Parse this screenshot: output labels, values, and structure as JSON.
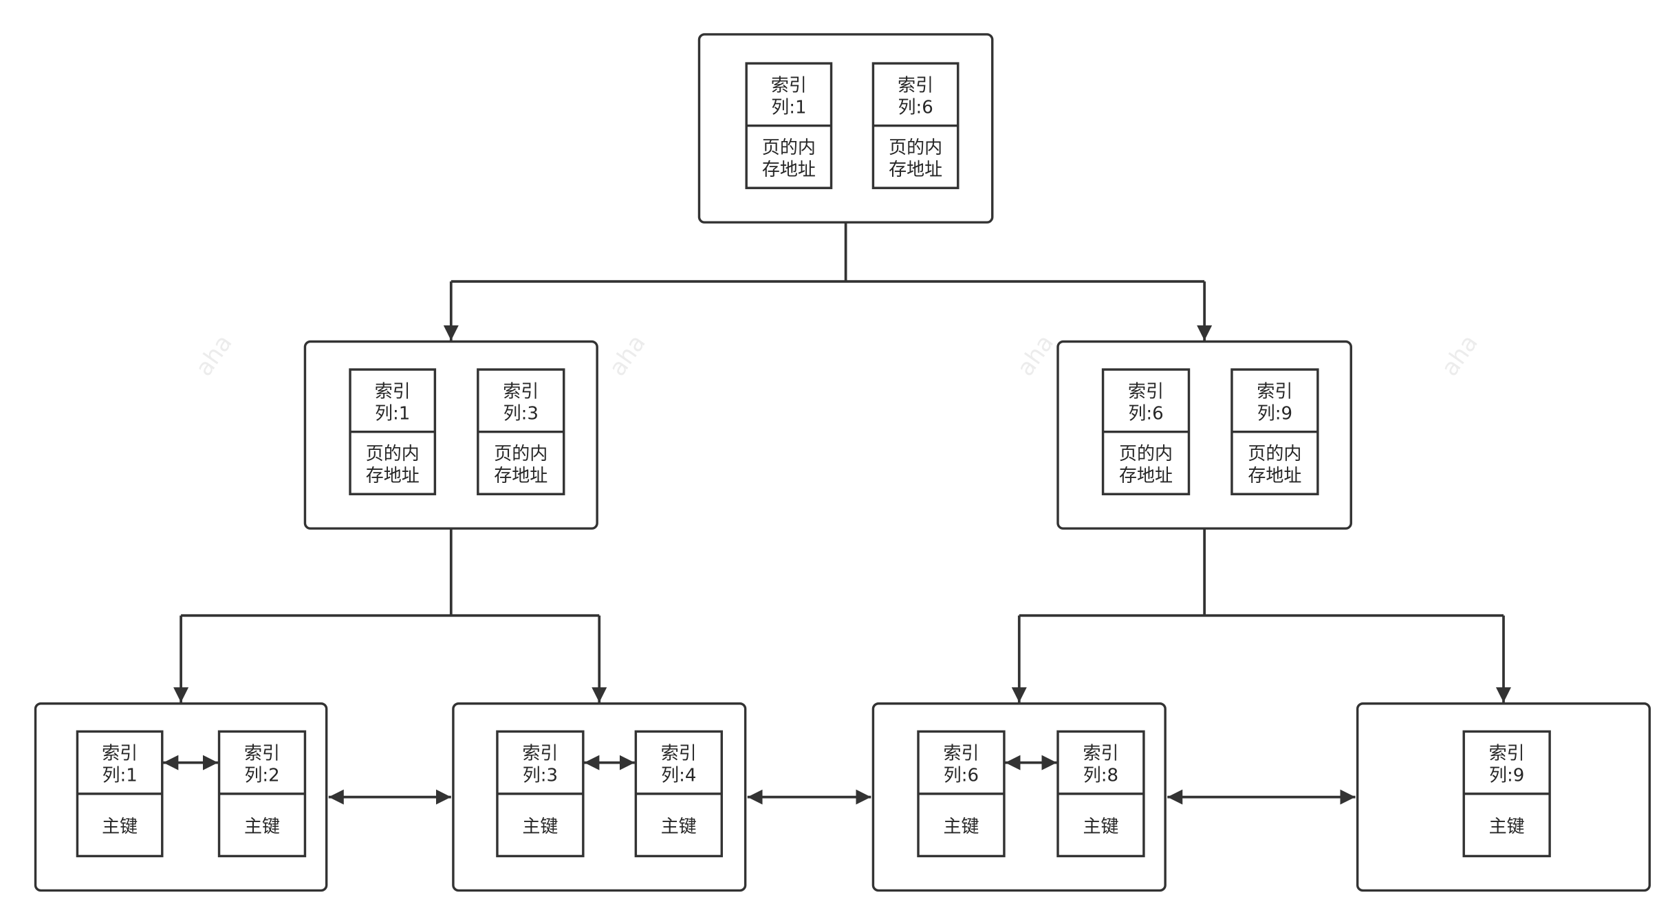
{
  "page_box_border_color": "#333333",
  "connector_color": "#333333",
  "watermark": "aha",
  "pages": [
    {
      "id": "root",
      "level": "root",
      "entries": [
        {
          "key_lines": [
            "索引",
            "列:1"
          ],
          "value_lines": [
            "页的内",
            "存地址"
          ]
        },
        {
          "key_lines": [
            "索引",
            "列:6"
          ],
          "value_lines": [
            "页的内",
            "存地址"
          ]
        }
      ]
    },
    {
      "id": "mid-left",
      "level": "internal",
      "entries": [
        {
          "key_lines": [
            "索引",
            "列:1"
          ],
          "value_lines": [
            "页的内",
            "存地址"
          ]
        },
        {
          "key_lines": [
            "索引",
            "列:3"
          ],
          "value_lines": [
            "页的内",
            "存地址"
          ]
        }
      ]
    },
    {
      "id": "mid-right",
      "level": "internal",
      "entries": [
        {
          "key_lines": [
            "索引",
            "列:6"
          ],
          "value_lines": [
            "页的内",
            "存地址"
          ]
        },
        {
          "key_lines": [
            "索引",
            "列:9"
          ],
          "value_lines": [
            "页的内",
            "存地址"
          ]
        }
      ]
    },
    {
      "id": "leaf-1",
      "level": "leaf",
      "entries": [
        {
          "key_lines": [
            "索引",
            "列:1"
          ],
          "value_lines": [
            "主键"
          ]
        },
        {
          "key_lines": [
            "索引",
            "列:2"
          ],
          "value_lines": [
            "主键"
          ]
        }
      ]
    },
    {
      "id": "leaf-2",
      "level": "leaf",
      "entries": [
        {
          "key_lines": [
            "索引",
            "列:3"
          ],
          "value_lines": [
            "主键"
          ]
        },
        {
          "key_lines": [
            "索引",
            "列:4"
          ],
          "value_lines": [
            "主键"
          ]
        }
      ]
    },
    {
      "id": "leaf-3",
      "level": "leaf",
      "entries": [
        {
          "key_lines": [
            "索引",
            "列:6"
          ],
          "value_lines": [
            "主键"
          ]
        },
        {
          "key_lines": [
            "索引",
            "列:8"
          ],
          "value_lines": [
            "主键"
          ]
        }
      ]
    },
    {
      "id": "leaf-4",
      "level": "leaf",
      "entries": [
        {
          "key_lines": [
            "索引",
            "列:9"
          ],
          "value_lines": [
            "主键"
          ]
        }
      ]
    }
  ],
  "edges": [
    {
      "from": "root",
      "to": "mid-left",
      "type": "parent-child"
    },
    {
      "from": "root",
      "to": "mid-right",
      "type": "parent-child"
    },
    {
      "from": "mid-left",
      "to": "leaf-1",
      "type": "parent-child"
    },
    {
      "from": "mid-left",
      "to": "leaf-2",
      "type": "parent-child"
    },
    {
      "from": "mid-right",
      "to": "leaf-3",
      "type": "parent-child"
    },
    {
      "from": "mid-right",
      "to": "leaf-4",
      "type": "parent-child"
    },
    {
      "from": "leaf-1",
      "to": "leaf-2",
      "type": "sibling-bidirectional"
    },
    {
      "from": "leaf-2",
      "to": "leaf-3",
      "type": "sibling-bidirectional"
    },
    {
      "from": "leaf-3",
      "to": "leaf-4",
      "type": "sibling-bidirectional"
    }
  ],
  "entry_links": [
    {
      "page": "leaf-1",
      "from_entry": 0,
      "to_entry": 1,
      "type": "bidirectional"
    },
    {
      "page": "leaf-2",
      "from_entry": 0,
      "to_entry": 1,
      "type": "bidirectional"
    },
    {
      "page": "leaf-3",
      "from_entry": 0,
      "to_entry": 1,
      "type": "bidirectional"
    }
  ]
}
